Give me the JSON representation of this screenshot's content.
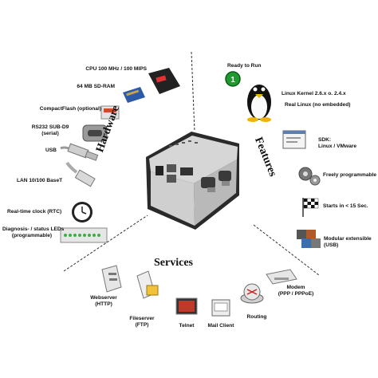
{
  "sections": {
    "hardware": "Hardware",
    "features": "Features",
    "services": "Services"
  },
  "hardware_items": [
    {
      "label": "CPU 100 MHz / 100 MIPS",
      "icon": "cpu-chip-icon"
    },
    {
      "label": "64 MB SD-RAM",
      "icon": "ram-module-icon"
    },
    {
      "label": "CompactFlash (optional)",
      "icon": "compactflash-card-icon"
    },
    {
      "label": "RS232 SUB-D9",
      "sub": "(serial)",
      "icon": "serial-port-icon"
    },
    {
      "label": "USB",
      "icon": "usb-plug-icon"
    },
    {
      "label": "LAN 10/100 BaseT",
      "icon": "ethernet-cable-icon"
    },
    {
      "label": "Real-time clock (RTC)",
      "icon": "clock-icon"
    },
    {
      "label": "Diagnosis- / status LEDs",
      "sub": "(programmable)",
      "icon": "status-led-board-icon"
    }
  ],
  "feature_items": [
    {
      "label": "Ready to Run",
      "icon": "power-button-icon"
    },
    {
      "label": "Linux Kernel 2.6.x o. 2.4.x",
      "icon": "tux-penguin-icon"
    },
    {
      "label": "Real Linux (no embedded)",
      "icon": ""
    },
    {
      "label": "SDK:",
      "sub": "Linux / VMware",
      "icon": "sdk-window-icon"
    },
    {
      "label": "Freely programmable",
      "icon": "gears-icon"
    },
    {
      "label": "Starts in < 15 Sec.",
      "icon": "checkered-flag-icon"
    },
    {
      "label": "Modular extensible",
      "sub": "(USB)",
      "icon": "cubes-icon"
    }
  ],
  "service_items": [
    {
      "label": "Webserver",
      "sub": "(HTTP)",
      "icon": "webserver-icon"
    },
    {
      "label": "Fileserver",
      "sub": "(FTP)",
      "icon": "fileserver-icon"
    },
    {
      "label": "Telnet",
      "icon": "telnet-terminal-icon"
    },
    {
      "label": "Mail Client",
      "icon": "mail-client-icon"
    },
    {
      "label": "Routing",
      "icon": "router-icon"
    },
    {
      "label": "Modem",
      "sub": "(PPP / PPPoE)",
      "icon": "modem-icon"
    }
  ],
  "colors": {
    "device_body": "#c8c8c8",
    "device_dark": "#2b2b2b",
    "led_green": "#3cb043",
    "ready_green": "#1e9a2f"
  }
}
